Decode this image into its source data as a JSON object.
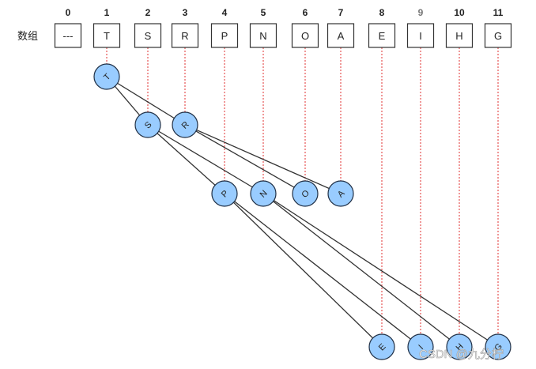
{
  "array_label": "数组",
  "indices": [
    "0",
    "1",
    "2",
    "3",
    "4",
    "5",
    "6",
    "7",
    "8",
    "9",
    "10",
    "11"
  ],
  "cells": [
    "---",
    "T",
    "S",
    "R",
    "P",
    "N",
    "O",
    "A",
    "E",
    "I",
    "H",
    "G"
  ],
  "nodes": [
    {
      "index": 1,
      "label": "T",
      "level": 0
    },
    {
      "index": 2,
      "label": "S",
      "level": 1
    },
    {
      "index": 3,
      "label": "R",
      "level": 1
    },
    {
      "index": 4,
      "label": "P",
      "level": 2
    },
    {
      "index": 5,
      "label": "N",
      "level": 2
    },
    {
      "index": 6,
      "label": "O",
      "level": 2
    },
    {
      "index": 7,
      "label": "A",
      "level": 2
    },
    {
      "index": 8,
      "label": "E",
      "level": 3
    },
    {
      "index": 9,
      "label": "I",
      "level": 3
    },
    {
      "index": 10,
      "label": "H",
      "level": 3
    },
    {
      "index": 11,
      "label": "G",
      "level": 3
    }
  ],
  "edges": [
    [
      1,
      2
    ],
    [
      1,
      3
    ],
    [
      2,
      4
    ],
    [
      2,
      5
    ],
    [
      3,
      6
    ],
    [
      3,
      7
    ],
    [
      4,
      8
    ],
    [
      4,
      9
    ],
    [
      5,
      10
    ],
    [
      5,
      11
    ]
  ],
  "colors": {
    "node_fill": "#99ccff",
    "node_stroke": "#1f2f45",
    "edge": "#333333",
    "guide": "#e03030",
    "cell_stroke": "#333333",
    "text": "#222222",
    "index_gray": "#777777"
  },
  "watermark": "CSDN @九分柠"
}
